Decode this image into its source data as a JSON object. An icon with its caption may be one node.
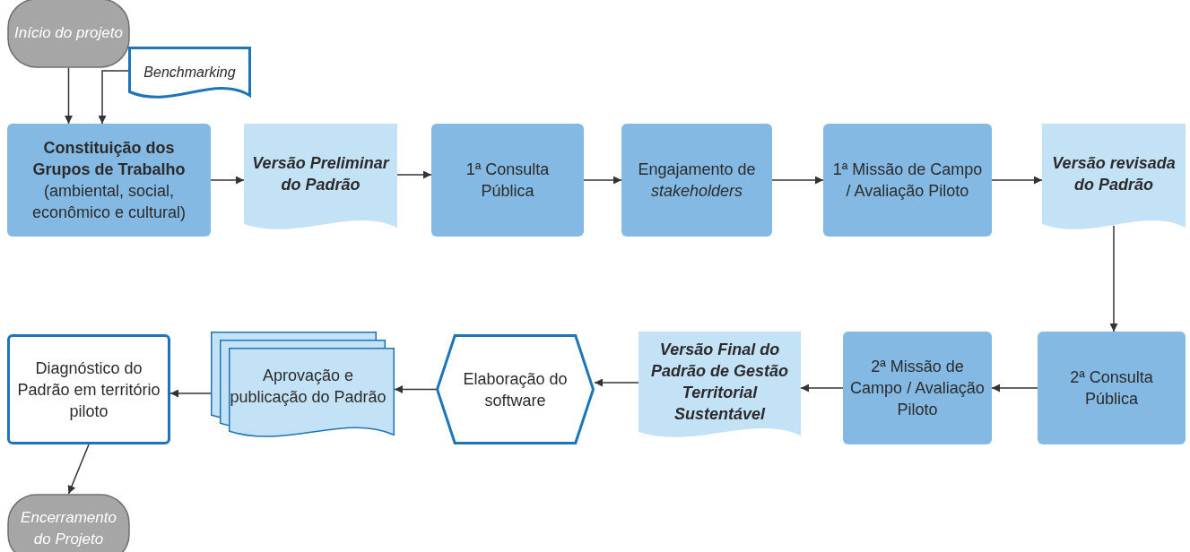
{
  "diagram": {
    "nodes": [
      {
        "text": [
          "Início do projeto"
        ]
      },
      {
        "text": [
          "Benchmarking"
        ]
      },
      {
        "text": [
          "Constituição dos Grupos de Trabalho",
          "(ambiental, social, econômico e cultural)"
        ]
      },
      {
        "text": [
          "Versão Preliminar do Padrão"
        ]
      },
      {
        "text": [
          "1ª Consulta Pública"
        ]
      },
      {
        "text": [
          "Engajamento de *stakeholders*"
        ]
      },
      {
        "text": [
          "1ª Missão de Campo / Avaliação Piloto"
        ]
      },
      {
        "text": [
          "Versão revisada do Padrão"
        ]
      },
      {
        "text": [
          "2ª Consulta Pública"
        ]
      },
      {
        "text": [
          "2ª Missão de Campo / Avaliação Piloto"
        ]
      },
      {
        "text": [
          "Versão Final do Padrão de Gestão Territorial Sustentável"
        ]
      },
      {
        "text": [
          "Elaboração do software"
        ]
      },
      {
        "text": [
          "Aprovação e publicação do Padrão"
        ]
      },
      {
        "text": [
          "Diagnóstico do Padrão em território piloto"
        ]
      },
      {
        "text": [
          "Encerramento do Projeto"
        ]
      }
    ],
    "edges": [
      {
        "from": 0,
        "to": 2,
        "arrow": "to"
      },
      {
        "from": 1,
        "to": 2,
        "arrow": "to"
      },
      {
        "from": 2,
        "to": 3,
        "arrow": "to"
      },
      {
        "from": 3,
        "to": 4,
        "arrow": "to"
      },
      {
        "from": 4,
        "to": 5,
        "arrow": "to"
      },
      {
        "from": 5,
        "to": 6,
        "arrow": "to"
      },
      {
        "from": 6,
        "to": 7,
        "arrow": "to"
      },
      {
        "from": 7,
        "to": 8,
        "arrow": "to"
      },
      {
        "from": 8,
        "to": 9,
        "arrow": "to"
      },
      {
        "from": 9,
        "to": 10,
        "arrow": "to"
      },
      {
        "from": 10,
        "to": 11,
        "arrow": "to"
      },
      {
        "from": 11,
        "to": 12,
        "arrow": "to"
      },
      {
        "from": 12,
        "to": 13,
        "arrow": "to"
      },
      {
        "from": 13,
        "to": 14,
        "arrow": "to"
      }
    ]
  }
}
